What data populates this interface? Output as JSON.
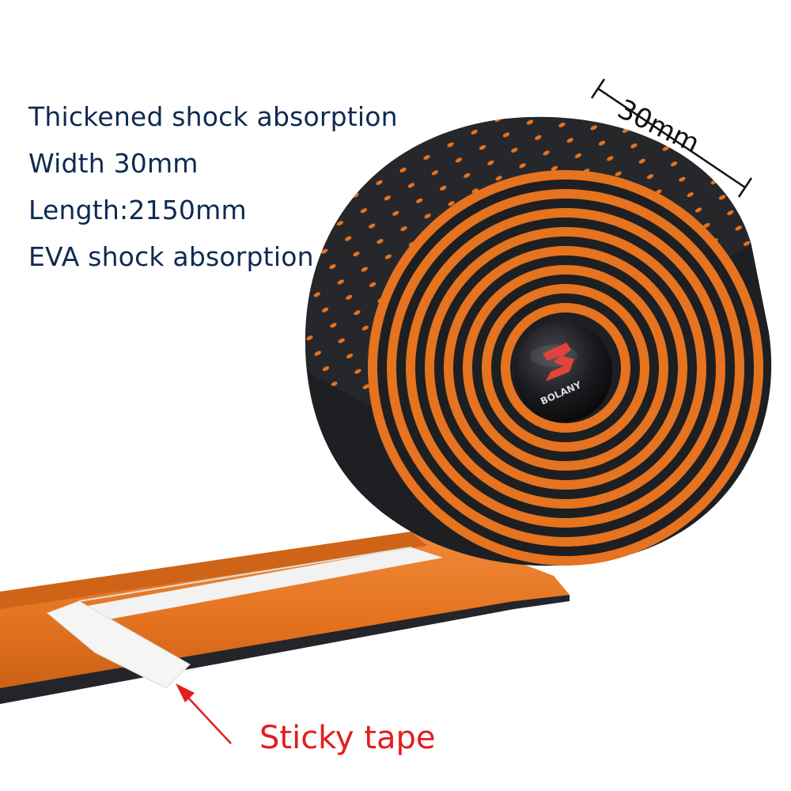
{
  "features": [
    "Thickened shock absorption",
    "Width 30mm",
    "Length:2150mm",
    "EVA shock absorption"
  ],
  "dimension_label": "30mm",
  "callout_label": "Sticky tape",
  "brand_logo_text": "BOLANY",
  "colors": {
    "text_navy": "#0d2a52",
    "tape_black": "#1e1f22",
    "tape_orange": "#e5731f",
    "callout_red": "#e21d1d",
    "backing_white": "#f2f2f2"
  }
}
